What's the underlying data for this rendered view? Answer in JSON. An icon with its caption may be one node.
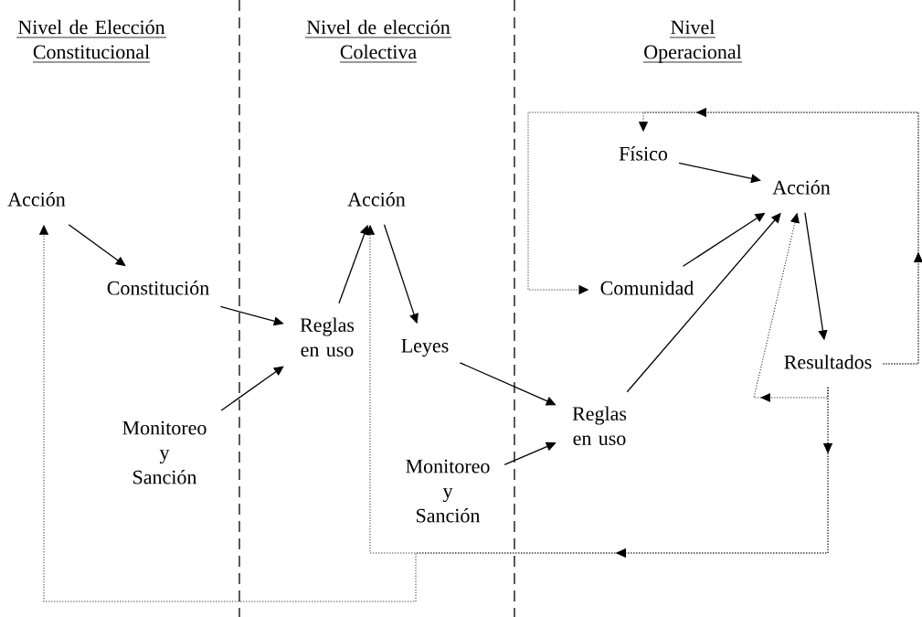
{
  "diagram": {
    "nodes": [
      {
        "text": [
          "Acción"
        ]
      },
      {
        "text": [
          "Constitución"
        ]
      },
      {
        "text": [
          "Monitoreo y Sanción"
        ]
      },
      {
        "text": [
          "Acción"
        ]
      },
      {
        "text": [
          "Reglas en uso"
        ]
      },
      {
        "text": [
          "Leyes"
        ]
      },
      {
        "text": [
          "Monitoreo y Sanción"
        ]
      },
      {
        "text": [
          "Físico"
        ]
      },
      {
        "text": [
          "Acción"
        ]
      },
      {
        "text": [
          "Comunidad"
        ]
      },
      {
        "text": [
          "Reglas en uso"
        ]
      },
      {
        "text": [
          "Resultados"
        ]
      }
    ],
    "edges": [
      {
        "from": 0,
        "to": 1,
        "arrow": "to"
      },
      {
        "from": 1,
        "to": 4,
        "arrow": "to"
      },
      {
        "from": 2,
        "to": 4,
        "arrow": "to"
      },
      {
        "from": 4,
        "to": 3,
        "arrow": "to"
      },
      {
        "from": 3,
        "to": 5,
        "arrow": "to"
      },
      {
        "from": 5,
        "to": 10,
        "arrow": "to"
      },
      {
        "from": 6,
        "to": 10,
        "arrow": "to"
      },
      {
        "from": 7,
        "to": 8,
        "arrow": "to"
      },
      {
        "from": 9,
        "to": 8,
        "arrow": "to"
      },
      {
        "from": 10,
        "to": 8,
        "arrow": "to"
      },
      {
        "from": 8,
        "to": 11,
        "arrow": "to"
      },
      {
        "from": 11,
        "to": 7,
        "arrow": "to",
        "style": "dashed"
      },
      {
        "from": 11,
        "to": 9,
        "arrow": "to",
        "style": "dashed"
      },
      {
        "from": 11,
        "to": 8,
        "arrow": "to",
        "style": "dashed"
      },
      {
        "from": 11,
        "to": 3,
        "arrow": "to",
        "style": "dashed"
      },
      {
        "from": 11,
        "to": 0,
        "arrow": "to",
        "style": "dashed"
      }
    ],
    "labels": [
      "Nivel de Elección Constitucional",
      "Nivel de elección Colectiva",
      "Nivel Operacional"
    ]
  }
}
